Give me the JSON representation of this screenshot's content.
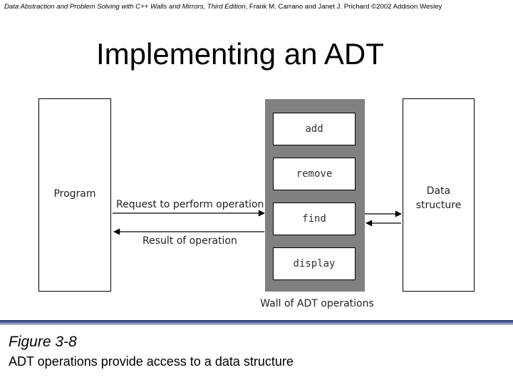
{
  "header": {
    "book_title": "Data Abstraction and Problem Solving with C++ Walls and Mirrors, Third Edition",
    "authors": ", Frank M. Carrano and Janet J. Prichard  ©2002 Addison Wesley"
  },
  "slide": {
    "title": "Implementing an ADT"
  },
  "diagram": {
    "program_label": "Program",
    "data_structure_label_line1": "Data",
    "data_structure_label_line2": "structure",
    "request_label": "Request to perform operation",
    "result_label": "Result of operation",
    "wall_caption": "Wall of ADT operations",
    "operations": [
      "add",
      "remove",
      "find",
      "display"
    ]
  },
  "figure": {
    "label": "Figure 3-8",
    "caption": "ADT operations provide access to a data structure"
  },
  "colors": {
    "wall": "#808080",
    "divider": "#1a2a6c"
  }
}
